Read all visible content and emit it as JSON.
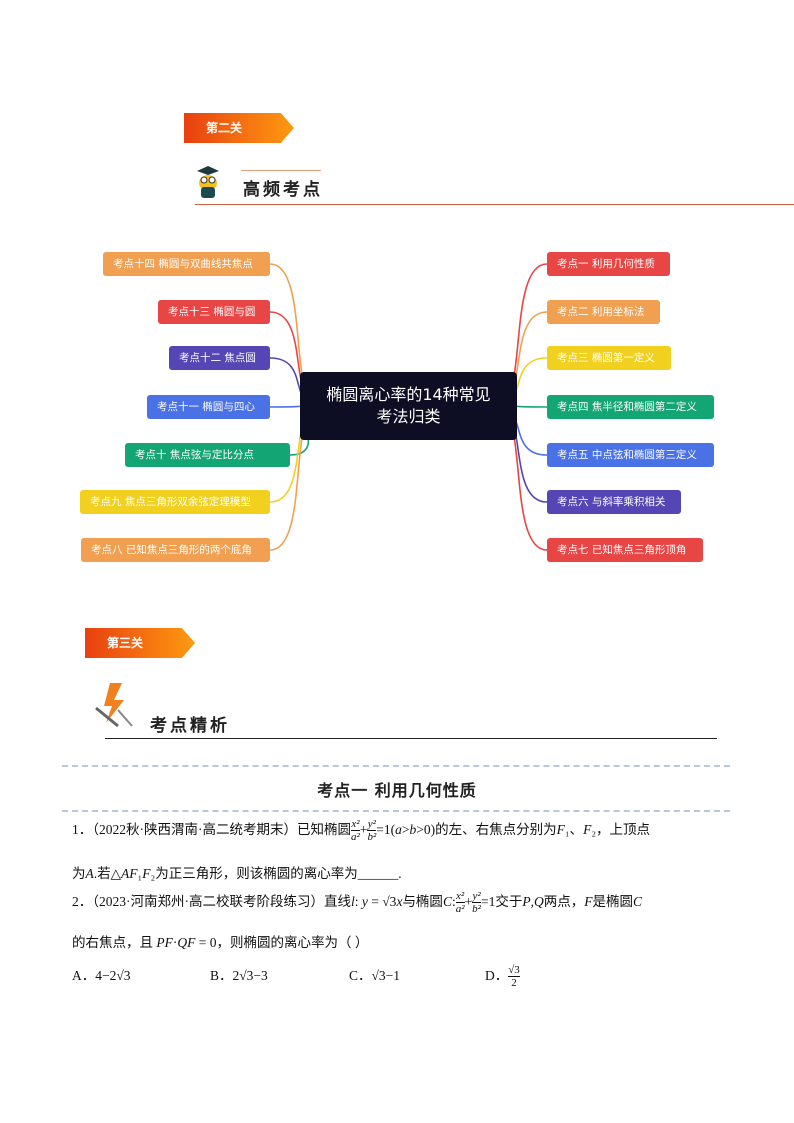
{
  "section2": {
    "banner": "第二关",
    "title": "高频考点"
  },
  "mindmap": {
    "center": [
      "椭圆离心率的14种常见",
      "考法归类"
    ],
    "left": [
      {
        "label": "考点十四 椭圆与双曲线共焦点",
        "color": "#f0a050"
      },
      {
        "label": "考点十三 椭圆与圆",
        "color": "#e84545"
      },
      {
        "label": "考点十二 焦点圆",
        "color": "#5545b5"
      },
      {
        "label": "考点十一 椭圆与四心",
        "color": "#4a72e6"
      },
      {
        "label": "考点十 焦点弦与定比分点",
        "color": "#14a575"
      },
      {
        "label": "考点九 焦点三角形双余弦定理模型",
        "color": "#f2d020"
      },
      {
        "label": "考点八 已知焦点三角形的两个底角",
        "color": "#f0a050"
      }
    ],
    "right": [
      {
        "label": "考点一 利用几何性质",
        "color": "#e84545"
      },
      {
        "label": "考点二 利用坐标法",
        "color": "#f0a050"
      },
      {
        "label": "考点三 椭圆第一定义",
        "color": "#f2d020"
      },
      {
        "label": "考点四 焦半径和椭圆第二定义",
        "color": "#14a575"
      },
      {
        "label": "考点五 中点弦和椭圆第三定义",
        "color": "#4a72e6"
      },
      {
        "label": "考点六 与斜率乘积相关",
        "color": "#5545b5"
      },
      {
        "label": "考点七 已知焦点三角形顶角",
        "color": "#e84545"
      }
    ]
  },
  "section3": {
    "banner": "第三关",
    "title": "考点精析"
  },
  "topic_title": "考点一  利用几何性质",
  "questions": {
    "q1_line1_a": "1．（2022秋·陕西渭南·高二统考期末）已知椭圆",
    "q1_line1_b": "的左、右焦点分别为",
    "q1_line1_c": "，上顶点",
    "q1_line2_a": "为",
    "q1_line2_b": "若△",
    "q1_line2_c": "为正三角形，则该椭圆的离心率为",
    "q1_blank": "______.",
    "q2_line1_a": "2．（2023·河南郑州·高二校联考阶段练习）直线",
    "q2_line1_b": "与椭圆",
    "q2_line1_c": "交于",
    "q2_line1_d": "两点，",
    "q2_line1_e": "是椭圆",
    "q2_line2_a": "的右焦点，且",
    "q2_line2_b": "，则椭圆的离心率为（    ）",
    "options": [
      "A．4−2√3",
      "B．2√3−3",
      "C．√3−1"
    ],
    "optD_label": "D．",
    "optD_num": "√3",
    "optD_den": "2"
  }
}
